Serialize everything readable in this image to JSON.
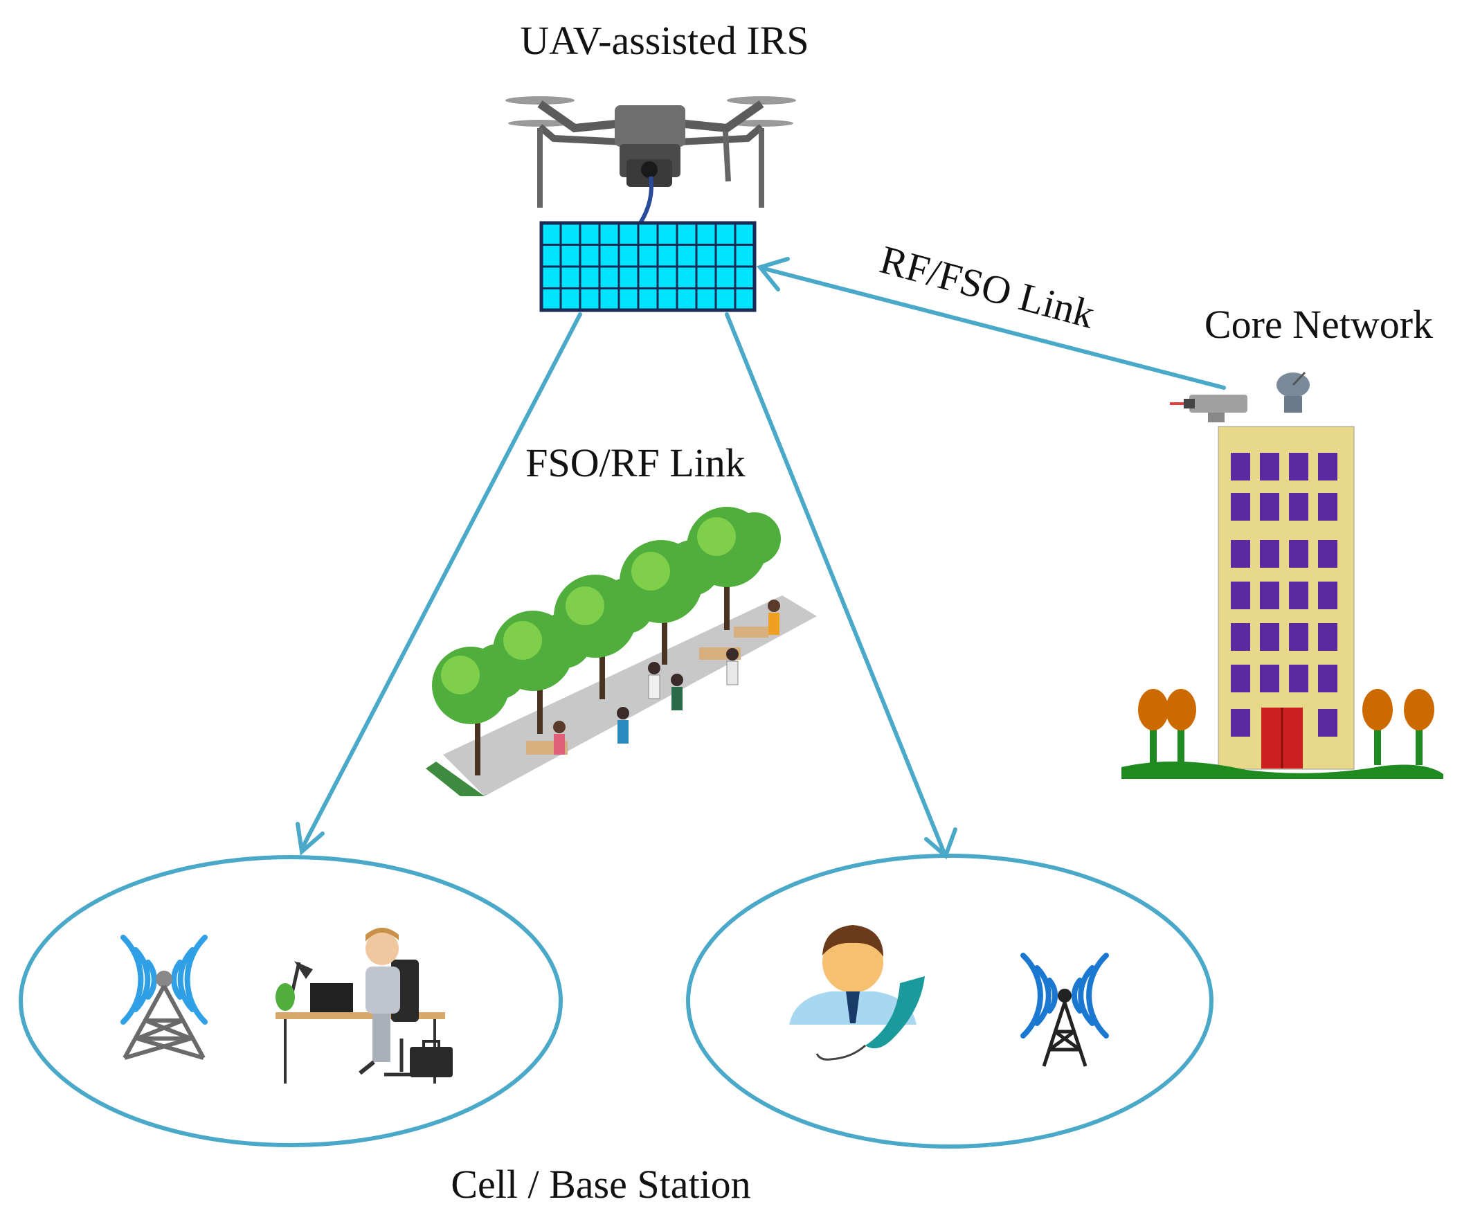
{
  "labels": {
    "uav_irs": "UAV-assisted IRS",
    "core_network": "Core Network",
    "uplink": "RF/FSO Link",
    "downlink": "FSO/RF Link",
    "cells": "Cell / Base Station"
  },
  "colors": {
    "link": "#4aa8c8",
    "irs_fill": "#00e5ff",
    "irs_grid": "#1a2a55",
    "building": "#e8d98a",
    "window": "#5b2aa0",
    "door": "#cc2020",
    "tree_green": "#4fae3c",
    "orange_tree": "#cc6a00",
    "grass": "#1f8a1f",
    "antenna_blue": "#2f9fe6",
    "drone_gray": "#707070"
  },
  "icons": [
    "drone-icon",
    "irs-panel-icon",
    "building-icon",
    "park-icon",
    "tower-icon",
    "office-worker-icon",
    "phone-user-icon"
  ]
}
